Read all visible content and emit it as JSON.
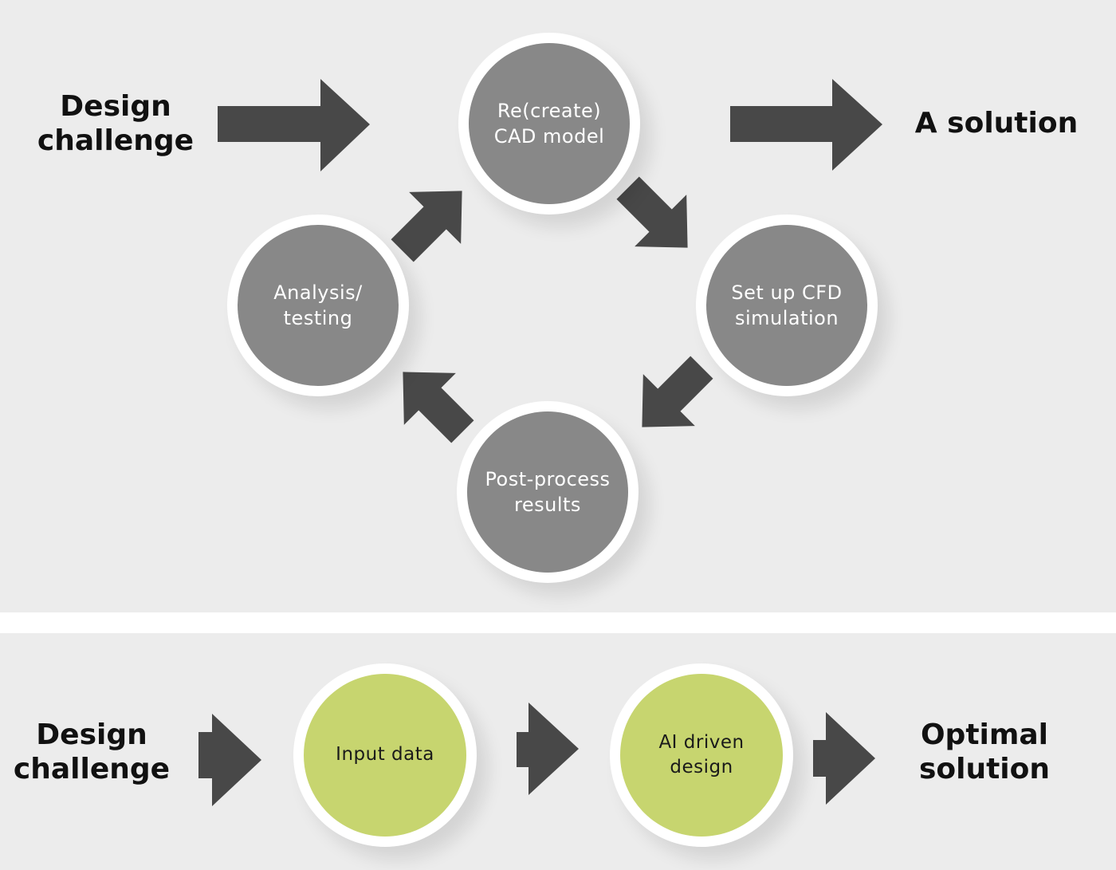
{
  "colors": {
    "panel_background": "#ececec",
    "divider": "#ffffff",
    "arrow": "#484848",
    "node_gray": "#888888",
    "node_green": "#c7d56f",
    "node_ring": "#ffffff",
    "label_text": "#111111"
  },
  "top_panel": {
    "input_label": "Design\nchallenge",
    "output_label": "A solution",
    "cycle_nodes": [
      {
        "id": "recreate-cad",
        "label": "Re(create)\nCAD model"
      },
      {
        "id": "setup-cfd",
        "label": "Set up CFD\nsimulation"
      },
      {
        "id": "post-process",
        "label": "Post-process\nresults"
      },
      {
        "id": "analysis",
        "label": "Analysis/\ntesting"
      }
    ]
  },
  "bottom_panel": {
    "input_label": "Design\nchallenge",
    "output_label": "Optimal\nsolution",
    "steps": [
      {
        "id": "input-data",
        "label": "Input data"
      },
      {
        "id": "ai-design",
        "label": "AI driven\ndesign"
      }
    ]
  }
}
